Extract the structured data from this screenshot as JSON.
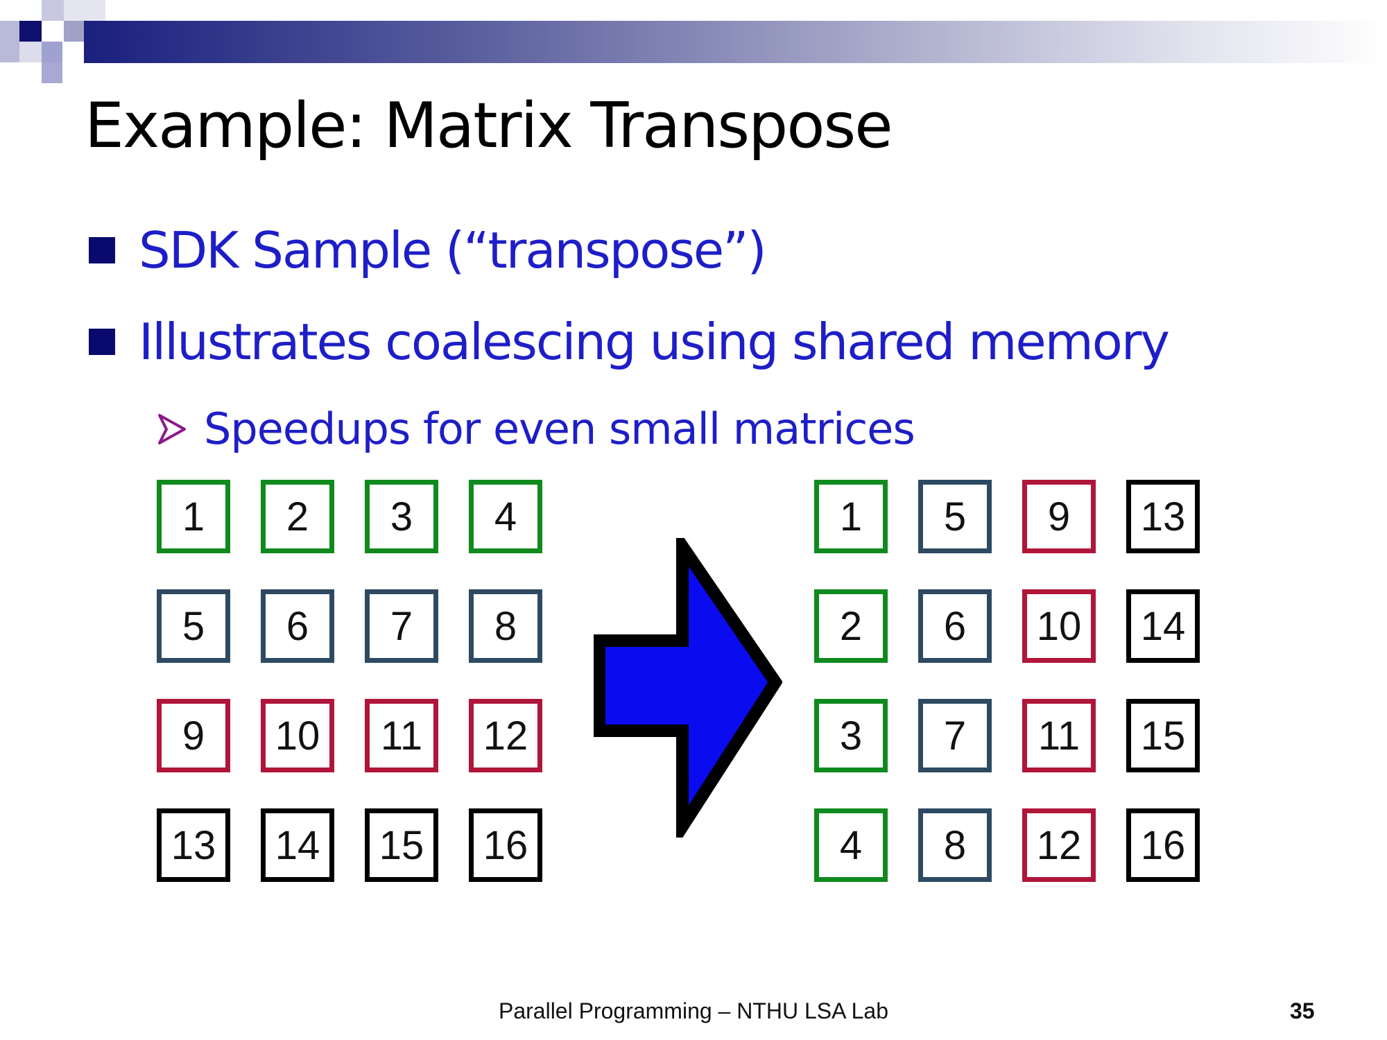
{
  "slide": {
    "title": "Example: Matrix Transpose",
    "bullets": [
      "SDK Sample (“transpose”)",
      "Illustrates coalescing using shared memory"
    ],
    "sub_bullet": "Speedups for even small matrices",
    "footer": "Parallel Programming – NTHU LSA Lab",
    "page_number": "35"
  },
  "colors": {
    "row1": "#0f8a1e",
    "row2": "#2d4a62",
    "row3": "#b0153a",
    "row4": "#000000",
    "arrow_fill": "#0b0bf0",
    "title_bullet": "#0a0a6e",
    "bullet_text": "#1e1ec8",
    "sub_arrow": "#8a1a8a"
  },
  "diagram": {
    "before": [
      [
        "1",
        "2",
        "3",
        "4"
      ],
      [
        "5",
        "6",
        "7",
        "8"
      ],
      [
        "9",
        "10",
        "11",
        "12"
      ],
      [
        "13",
        "14",
        "15",
        "16"
      ]
    ],
    "after": [
      [
        "1",
        "5",
        "9",
        "13"
      ],
      [
        "2",
        "6",
        "10",
        "14"
      ],
      [
        "3",
        "7",
        "11",
        "15"
      ],
      [
        "4",
        "8",
        "12",
        "16"
      ]
    ],
    "arrow_icon": "right-arrow-icon"
  }
}
